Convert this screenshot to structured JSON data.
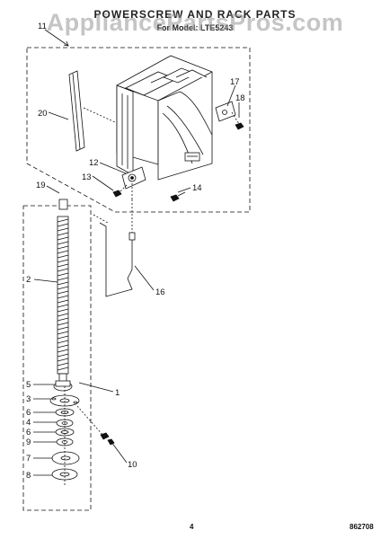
{
  "header": {
    "title": "POWERSCREW AND RACK PARTS",
    "subtitle": "For Model: LTE5243"
  },
  "watermark": "AppliancePartsPros.com",
  "callouts": [
    "11",
    "20",
    "17",
    "18",
    "12",
    "13",
    "14",
    "19",
    "2",
    "16",
    "1",
    "5",
    "3",
    "6",
    "4",
    "6",
    "9",
    "10",
    "7",
    "8"
  ],
  "footer": {
    "page_number": "4",
    "code": "862708"
  },
  "colors": {
    "line": "#111111",
    "watermark": "#999999"
  }
}
